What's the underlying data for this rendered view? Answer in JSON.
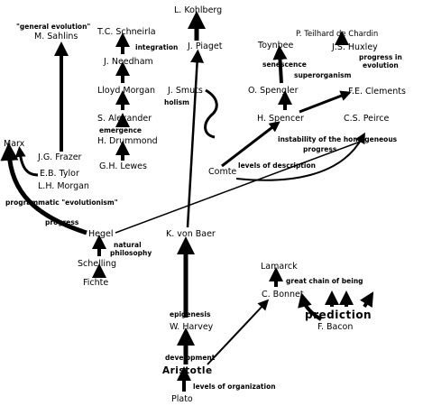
{
  "names": {
    "kohlberg": "L. Kohlberg",
    "schneirla": "T.C. Schneirla",
    "sahlins": "M. Sahlins",
    "needham": "J. Needham",
    "piaget": "J. Piaget",
    "toynbee": "Toynbee",
    "teilhard": "P. Teilhard de Chardin",
    "huxley": "J.S. Huxley",
    "lloyd_morgan": "Lloyd Morgan",
    "smuts": "J. Smuts",
    "spengler": "O. Spengler",
    "clements": "F.E. Clements",
    "alexander": "S. Alexander",
    "spencer": "H. Spencer",
    "peirce": "C.S. Peirce",
    "drummond": "H. Drummond",
    "marx": "Marx",
    "lewes": "G.H. Lewes",
    "frazer": "J.G. Frazer",
    "tylor": "E.B. Tylor",
    "lh_morgan": "L.H. Morgan",
    "comte": "Comte",
    "hegel": "Hegel",
    "von_baer": "K. von Baer",
    "schelling": "Schelling",
    "fichte": "Fichte",
    "lamarck": "Lamarck",
    "bonnet": "C. Bonnet",
    "harvey": "W. Harvey",
    "bacon": "F. Bacon",
    "aristotle": "Aristotle",
    "plato": "Plato"
  },
  "notes": {
    "general_evolution": "\"general evolution\"",
    "integration": "integration",
    "holism": "holism",
    "senescence": "senescence",
    "superorganism": "superorganism",
    "progress_in_evolution_1": "progress in",
    "progress_in_evolution_2": "evolution",
    "emergence": "emergence",
    "instability_1": "instability of the homogeneous",
    "instability_2": "progress",
    "programmatic": "programmatic \"evolutionism\"",
    "levels_of_description": "levels of description",
    "progress": "progress",
    "natural_philosophy_1": "natural",
    "natural_philosophy_2": "philosophy",
    "great_chain": "great chain of being",
    "prediction": "prediction",
    "epigenesis": "epigenesis",
    "development": "development",
    "levels_of_organization": "levels of organization"
  }
}
